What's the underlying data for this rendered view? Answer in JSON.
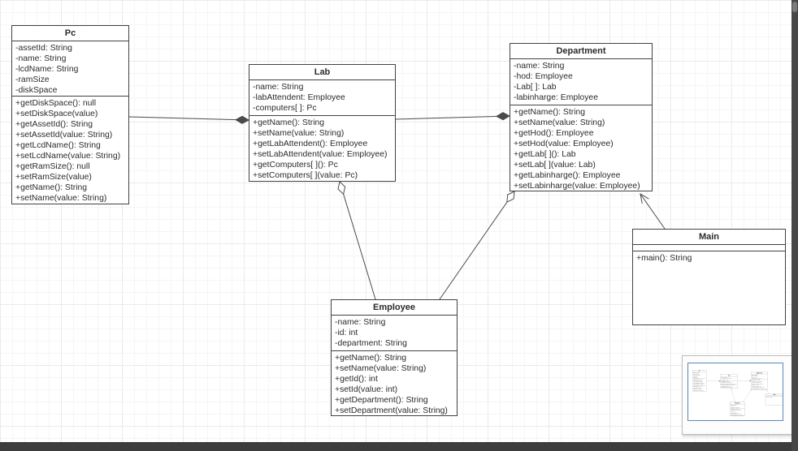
{
  "diagram_type": "uml-class-diagram",
  "colors": {
    "box_border": "#424242",
    "box_fill": "#ffffff",
    "text": "#2b2b2b",
    "connector": "#4a4a4a",
    "minimap_viewport_border": "#5b87b7",
    "scrollbar_track": "#47474a",
    "scrollbar_thumb": "#7c7c7f",
    "bottom_bar": "#3d3d3d"
  },
  "classes": [
    {
      "name": "Pc",
      "attributes": [
        "-assetId: String",
        "-name: String",
        "-lcdName: String",
        "-ramSize",
        "-diskSpace"
      ],
      "methods": [
        "+getDiskSpace(): null",
        "+setDiskSpace(value)",
        "+getAssetId(): String",
        "+setAssetId(value: String)",
        "+getLcdName(): String",
        "+setLcdName(value: String)",
        "+getRamSize(): null",
        "+setRamSize(value)",
        "+getName(): String",
        "+setName(value: String)"
      ]
    },
    {
      "name": "Lab",
      "attributes": [
        "-name: String",
        "-labAttendent: Employee",
        "-computers[ ]: Pc"
      ],
      "methods": [
        "+getName(): String",
        "+setName(value: String)",
        "+getLabAttendent(): Employee",
        "+setLabAttendent(value: Employee)",
        "+getComputers[ ](): Pc",
        "+setComputers[ ](value: Pc)"
      ]
    },
    {
      "name": "Department",
      "attributes": [
        "-name: String",
        "-hod: Employee",
        "-Lab[ ]: Lab",
        "-labinharge: Employee"
      ],
      "methods": [
        "+getName(): String",
        "+setName(value: String)",
        "+getHod(): Employee",
        "+setHod(value: Employee)",
        "+getLab[ ](): Lab",
        "+setLab[ ](value: Lab)",
        "+getLabinharge(): Employee",
        "+setLabinharge(value: Employee)"
      ]
    },
    {
      "name": "Employee",
      "attributes": [
        "-name: String",
        "-id: int",
        "-department: String"
      ],
      "methods": [
        "+getName(): String",
        "+setName(value: String)",
        "+getId(): int",
        "+setId(value: int)",
        "+getDepartment(): String",
        "+setDepartment(value: String)"
      ]
    },
    {
      "name": "Main",
      "attributes": [],
      "methods": [
        "+main(): String"
      ]
    }
  ],
  "relationships": [
    {
      "from": "Pc",
      "to": "Lab",
      "type": "composition"
    },
    {
      "from": "Lab",
      "to": "Department",
      "type": "composition"
    },
    {
      "from": "Employee",
      "to": "Lab",
      "type": "aggregation"
    },
    {
      "from": "Employee",
      "to": "Department",
      "type": "aggregation"
    },
    {
      "from": "Main",
      "to": "Department",
      "type": "dependency"
    }
  ],
  "minimap": {
    "visible": true
  }
}
